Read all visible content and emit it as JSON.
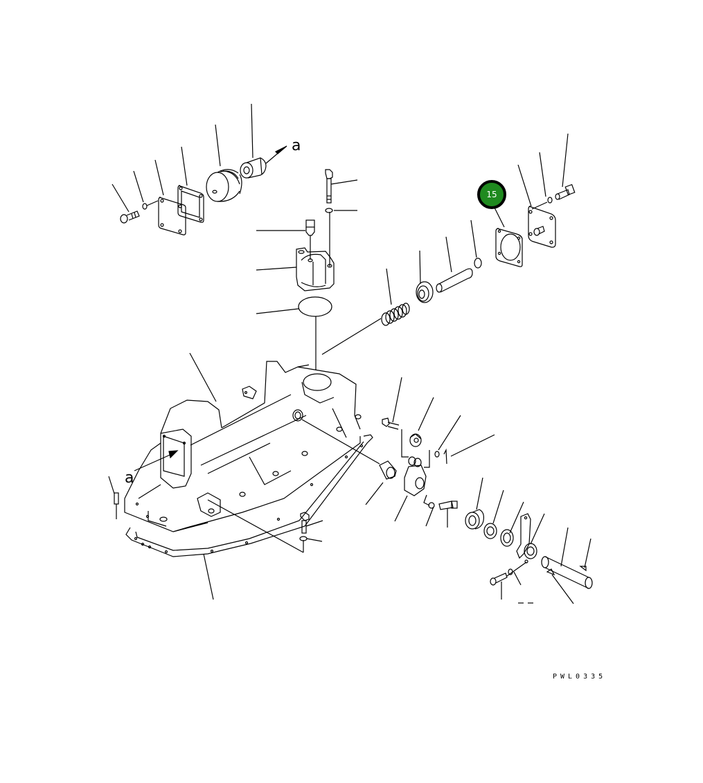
{
  "diagram": {
    "type": "exploded parts diagram",
    "drawing_code": "PWL0335",
    "view_labels": [
      "a",
      "a"
    ],
    "callout": {
      "number": "15",
      "fill_color": "#1f8a1f",
      "border_color": "#000000",
      "text_color": "#ffffff",
      "points_to": "gasket"
    }
  }
}
